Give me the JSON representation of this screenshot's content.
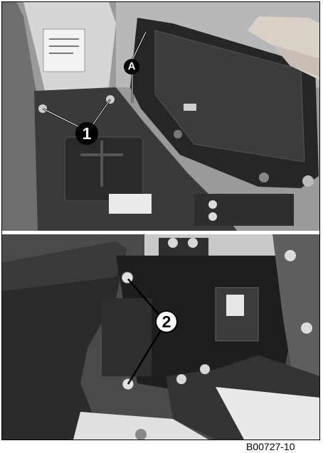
{
  "figure": {
    "id_label": "B00727-10",
    "colors": {
      "ink": "#000000",
      "paper": "#ffffff"
    }
  },
  "top_photo": {
    "callouts": {
      "seat_hook": "A",
      "seat_screws": "1"
    }
  },
  "bottom_photo": {
    "callouts": {
      "subframe_screws": "2"
    }
  }
}
